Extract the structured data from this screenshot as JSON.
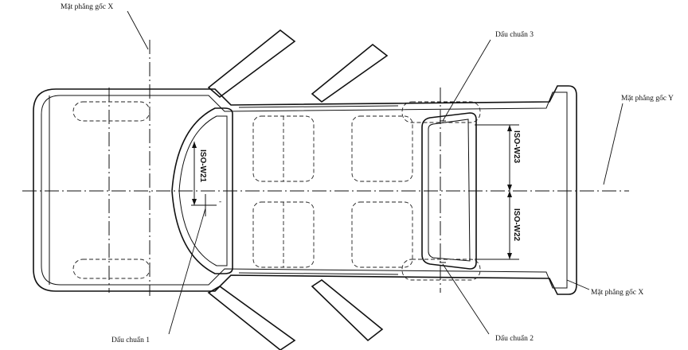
{
  "labels": {
    "plane_x_top": "Mặt phẳng gốc X",
    "plane_y": "Mặt phẳng gốc Y",
    "plane_x_bottom": "Mặt phẳng gốc X",
    "mark_1": "Dấu chuẩn 1",
    "mark_2": "Dấu chuẩn 2",
    "mark_3": "Dấu chuẩn 3",
    "dim_w21": "ISO-W21",
    "dim_w22": "ISO-W22",
    "dim_w23": "ISO-W23"
  }
}
